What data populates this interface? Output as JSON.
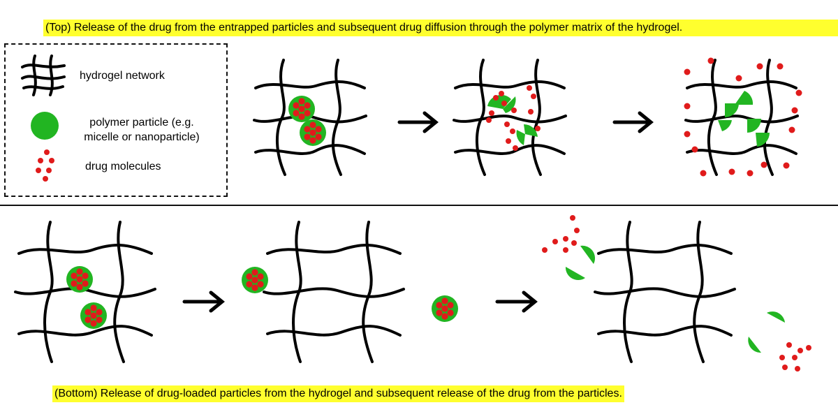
{
  "captions": {
    "top": "(Top) Release of the drug from the entrapped particles and subsequent drug diffusion through the polymer matrix of the hydrogel.",
    "bottom": "(Bottom) Release of drug-loaded particles from the hydrogel and subsequent release of the drug from the particles."
  },
  "legend": {
    "network": "hydrogel network",
    "particle": "polymer particle (e.g.\nmicelle or nanoparticle)",
    "drug": "drug molecules"
  },
  "colors": {
    "particle": "#22b522",
    "drug": "#e01b1b",
    "network": "#000000",
    "highlight": "#ffff2e"
  }
}
